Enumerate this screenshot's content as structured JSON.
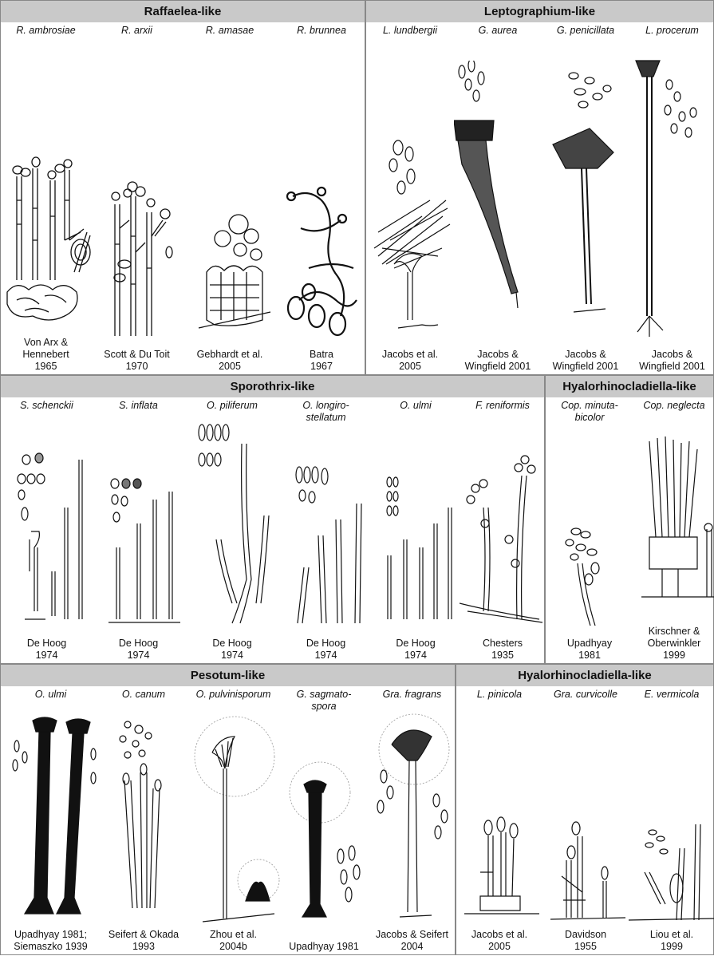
{
  "sections": [
    {
      "id": "raffaelea",
      "title": "Raffaelea-like",
      "columns": [
        {
          "name": "R. ambrosiae",
          "ref": "Von Arx &\nHennebert\n1965"
        },
        {
          "name": "R. arxii",
          "ref": "Scott & Du Toit\n1970"
        },
        {
          "name": "R. amasae",
          "ref": "Gebhardt et al.\n2005"
        },
        {
          "name": "R. brunnea",
          "ref": "Batra\n1967"
        }
      ]
    },
    {
      "id": "leptographium",
      "title": "Leptographium-like",
      "columns": [
        {
          "name": "L. lundbergii",
          "ref": "Jacobs et al.\n2005"
        },
        {
          "name": "G. aurea",
          "ref": "Jacobs &\nWingfield 2001"
        },
        {
          "name": "G. penicillata",
          "ref": "Jacobs &\nWingfield 2001"
        },
        {
          "name": "L. procerum",
          "ref": "Jacobs &\nWingfield 2001"
        }
      ]
    },
    {
      "id": "sporothrix",
      "title": "Sporothrix-like",
      "columns": [
        {
          "name": "S. schenckii",
          "ref": "De Hoog\n1974"
        },
        {
          "name": "S. inflata",
          "ref": "De Hoog\n1974"
        },
        {
          "name": "O. piliferum",
          "ref": "De Hoog\n1974"
        },
        {
          "name": "O. longiro-\nstellatum",
          "ref": "De Hoog\n1974"
        },
        {
          "name": "O. ulmi",
          "ref": "De Hoog\n1974"
        },
        {
          "name": "F. reniformis",
          "ref": "Chesters\n1935"
        }
      ]
    },
    {
      "id": "hyalo1",
      "title": "Hyalorhinocladiella-like",
      "columns": [
        {
          "name": "Cop. minuta-\nbicolor",
          "ref": "Upadhyay\n1981"
        },
        {
          "name": "Cop. neglecta",
          "ref": "Kirschner &\nOberwinkler\n1999"
        }
      ]
    },
    {
      "id": "pesotum",
      "title": "Pesotum-like",
      "columns": [
        {
          "name": "O. ulmi",
          "ref": "Upadhyay 1981;\nSiemaszko 1939"
        },
        {
          "name": "O. canum",
          "ref": "Seifert & Okada\n1993"
        },
        {
          "name": "O. pulvinisporum",
          "ref": "Zhou et al.\n2004b"
        },
        {
          "name": "G. sagmato-\nspora",
          "ref": "Upadhyay 1981"
        },
        {
          "name": "Gra. fragrans",
          "ref": "Jacobs & Seifert\n2004"
        }
      ]
    },
    {
      "id": "hyalo2",
      "title": "Hyalorhinocladiella-like",
      "columns": [
        {
          "name": "L. pinicola",
          "ref": "Jacobs et al.\n2005"
        },
        {
          "name": "Gra. curvicolle",
          "ref": "Davidson\n1955"
        },
        {
          "name": "E. vermicola",
          "ref": "Liou et al.\n1999"
        }
      ]
    }
  ]
}
